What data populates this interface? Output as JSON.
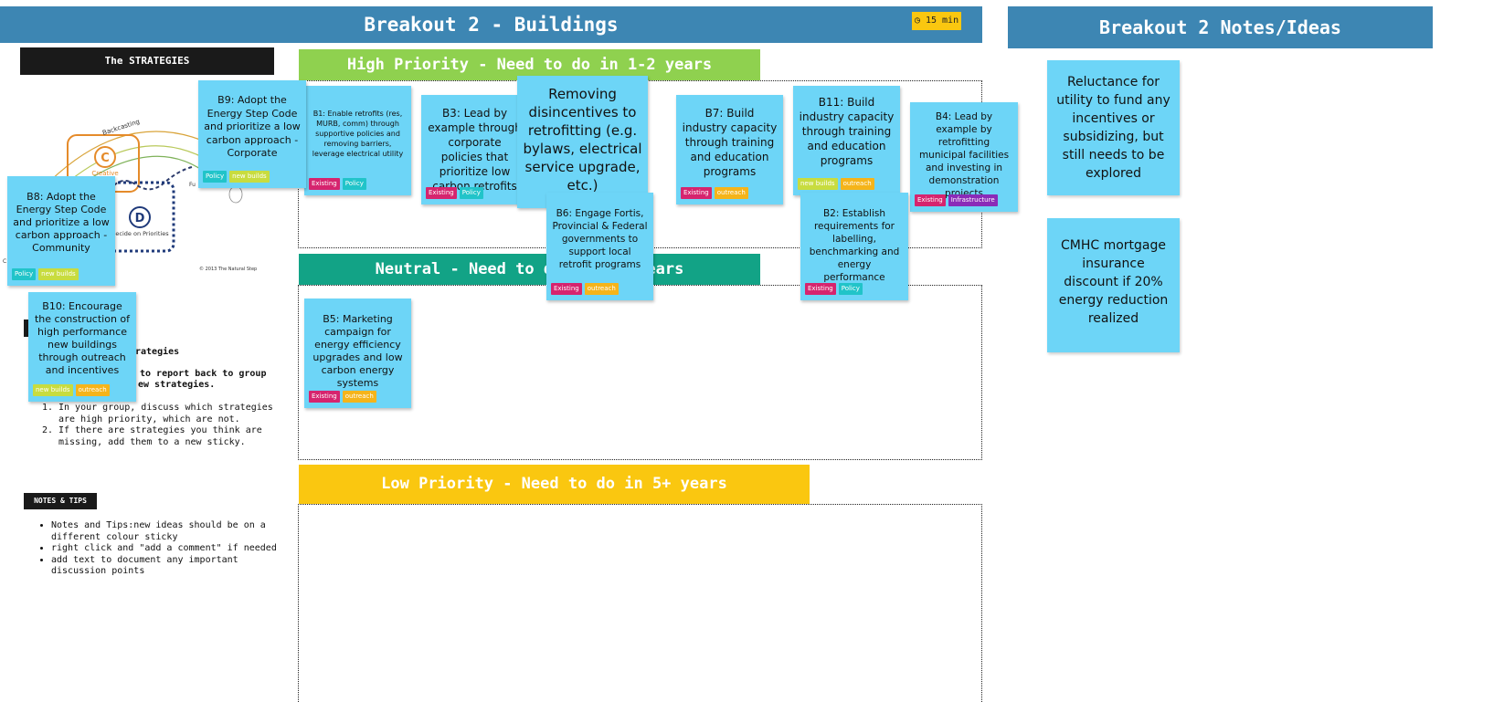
{
  "header": {
    "title": "Breakout 2 - Buildings",
    "timer": "15 min",
    "notes_title": "Breakout 2 Notes/Ideas"
  },
  "sections": {
    "high": "High Priority - Need to do in 1-2 years",
    "neutral": "Neutral - Need to do in 3-5 years",
    "low": "Low Priority - Need to do in 5+ years"
  },
  "left_panel": {
    "strategies_label": "The STRATEGIES",
    "diagram": {
      "backcasting": "Backcasting",
      "c_letter": "C",
      "creative": "Creative",
      "d_letter": "D",
      "decide": "Decide on Priorities",
      "future": "Fu",
      "copyright": "© 2013 The Natural Step"
    },
    "instructions_heading": "rategies",
    "instructions_sub1": "to report back to group",
    "instructions_sub2": "ew strategies.",
    "steps": [
      "In your group, discuss which strategies are high priority, which are not.",
      "If there are strategies you think are missing, add them to a new sticky."
    ],
    "notes_label": "NOTES & TIPS",
    "tips": [
      "Notes and Tips:new ideas should be on a different colour sticky",
      "right click and \"add a comment\" if needed",
      "add text to document any important discussion points"
    ]
  },
  "stickies": {
    "b1": {
      "text": "B1: Enable retrofits (res, MURB, comm) through supportive policies and removing barriers, leverage electrical utility",
      "tags": [
        "Existing",
        "Policy"
      ]
    },
    "b2": {
      "text": "B2: Establish requirements for labelling, benchmarking and energy performance",
      "tags": [
        "Existing",
        "Policy"
      ]
    },
    "b3": {
      "text": "B3: Lead by example through corporate policies that prioritize low carbon retrofits",
      "tags": [
        "Existing",
        "Policy"
      ]
    },
    "b4": {
      "text": "B4: Lead by example by retrofitting municipal facilities and investing in demonstration projects",
      "tags": [
        "Existing",
        "Infrastructure"
      ]
    },
    "b5": {
      "text": "B5: Marketing campaign for energy efficiency upgrades and low carbon energy systems",
      "tags": [
        "Existing",
        "outreach"
      ]
    },
    "b6": {
      "text": "B6: Engage Fortis, Provincial & Federal governments to support local retrofit programs",
      "tags": [
        "Existing",
        "outreach"
      ]
    },
    "b7": {
      "text": "B7: Build industry capacity through training and education programs",
      "tags": [
        "Existing",
        "outreach"
      ]
    },
    "b8": {
      "text": "B8: Adopt the Energy Step Code and prioritize a low carbon approach - Community",
      "tags": [
        "Policy",
        "new builds"
      ]
    },
    "b9": {
      "text": "B9: Adopt the Energy Step Code and prioritize a low carbon approach - Corporate",
      "tags": [
        "Policy",
        "new builds"
      ]
    },
    "b10": {
      "text": "B10: Encourage the construction of high performance new buildings through outreach and incentives",
      "tags": [
        "new builds",
        "outreach"
      ]
    },
    "b11": {
      "text": "B11: Build industry capacity through training and education programs",
      "tags": [
        "new builds",
        "outreach"
      ]
    },
    "removing": {
      "text": "Removing disincentives to retrofitting (e.g. bylaws, electrical service upgrade, etc.)"
    }
  },
  "notes": [
    "Reluctance for utility to fund any incentives or subsidizing, but still needs to be explored",
    "CMHC mortgage insurance discount if 20% energy reduction realized"
  ],
  "colors": {
    "banner": "#3d86b3",
    "high": "#8fd14f",
    "neutral": "#12a386",
    "low": "#fac710",
    "sticky": "#6dd5f7"
  }
}
